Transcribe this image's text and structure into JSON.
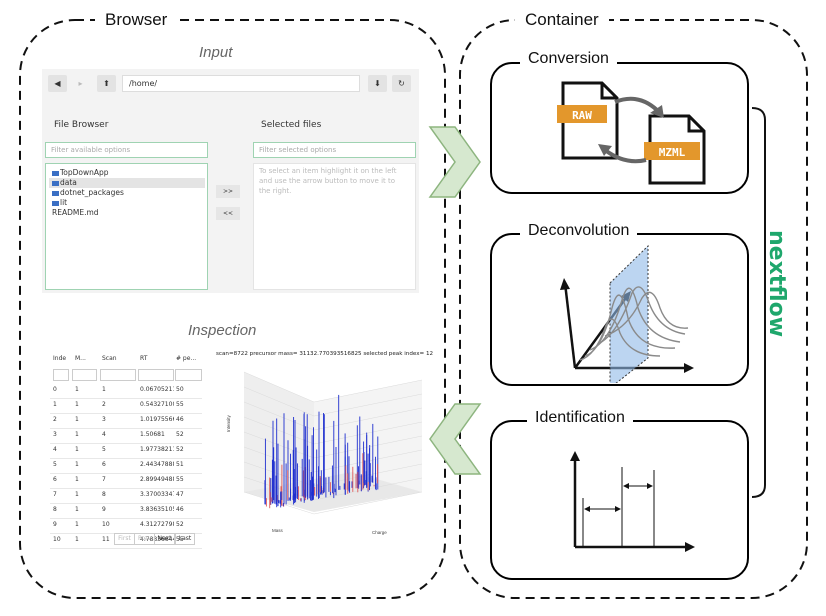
{
  "browser": {
    "title": "Browser",
    "input_label": "Input",
    "inspection_label": "Inspection",
    "file_browser": {
      "nav_back": "◀",
      "nav_forward": "▸",
      "nav_up": "⬆",
      "path": "/home/",
      "download": "⬇",
      "refresh": "↻",
      "left_heading": "File Browser",
      "right_heading": "Selected files",
      "left_filter_placeholder": "Filter available options",
      "right_filter_placeholder": "Filter selected options",
      "items": [
        {
          "label": "TopDownApp",
          "folder": true
        },
        {
          "label": "data",
          "folder": true
        },
        {
          "label": "dotnet_packages",
          "folder": true
        },
        {
          "label": "lit",
          "folder": true
        },
        {
          "label": "README.md",
          "folder": false
        }
      ],
      "move_right": ">>",
      "move_left": "<<",
      "hint": "To select an item highlight it on the left and use the arrow button to move it to the right."
    },
    "inspection": {
      "headers": [
        "Inde",
        "M...",
        "Scan",
        "RT",
        "# pe..."
      ],
      "rows": [
        [
          "0",
          "1",
          "1",
          "0.06705211",
          "50"
        ],
        [
          "1",
          "1",
          "2",
          "0.54327100",
          "55"
        ],
        [
          "2",
          "1",
          "3",
          "1.01975566",
          "46"
        ],
        [
          "3",
          "1",
          "4",
          "1.50681",
          "52"
        ],
        [
          "4",
          "1",
          "5",
          "1.97738211",
          "52"
        ],
        [
          "5",
          "1",
          "6",
          "2.44347888",
          "51"
        ],
        [
          "6",
          "1",
          "7",
          "2.89949488",
          "55"
        ],
        [
          "7",
          "1",
          "8",
          "3.37003347",
          "47"
        ],
        [
          "8",
          "1",
          "9",
          "3.83635105",
          "46"
        ],
        [
          "9",
          "1",
          "10",
          "4.31272798",
          "52"
        ],
        [
          "10",
          "1",
          "11",
          "4.78836644",
          "55"
        ]
      ],
      "pager": [
        "First",
        "Prev",
        "Next",
        "Last"
      ],
      "plot_caption": "scan=8722 precursor mass= 31132.770393516825 selected peak index= 12",
      "plot_axes": {
        "x": "Mass",
        "y": "Charge",
        "z": "Intensity"
      }
    }
  },
  "container": {
    "title": "Container",
    "steps": [
      {
        "title": "Conversion",
        "raw_label": "RAW",
        "mzml_label": "MZML"
      },
      {
        "title": "Deconvolution"
      },
      {
        "title": "Identification"
      }
    ],
    "nextflow_logo": "nextflow"
  },
  "colors": {
    "arrow_fill": "#d6e8cf",
    "arrow_stroke": "#8db57f",
    "file_orange": "#e3972c",
    "nextflow_green": "#1ea76c",
    "plane_blue": "#8fb9e8",
    "accent_green": "#9fd3b2"
  }
}
